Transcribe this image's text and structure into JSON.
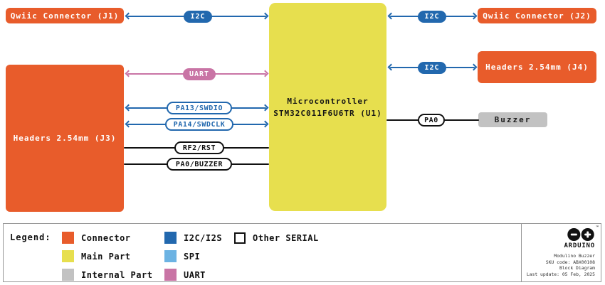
{
  "colors": {
    "orange": "#E85C2B",
    "yellow": "#E7DF4E",
    "gray": "#C2C2C2",
    "blue": "#2268AE",
    "light_blue": "#6CB3E3",
    "pink": "#C974A5",
    "black": "#111111"
  },
  "diagram": {
    "blocks": {
      "j1": {
        "label": "Qwiic Connector (J1)"
      },
      "j2": {
        "label": "Qwiic Connector (J2)"
      },
      "j3": {
        "label": "Headers 2.54mm (J3)"
      },
      "j4": {
        "label": "Headers 2.54mm (J4)"
      },
      "mcu": {
        "line1": "Microcontroller",
        "line2": "STM32C011F6U6TR (U1)"
      },
      "buzzer": {
        "label": "Buzzer"
      }
    },
    "connections": [
      {
        "label": "I2C",
        "from": "Qwiic Connector (J1)",
        "to": "Microcontroller (U1)",
        "bus": "I2C"
      },
      {
        "label": "I2C",
        "from": "Microcontroller (U1)",
        "to": "Qwiic Connector (J2)",
        "bus": "I2C"
      },
      {
        "label": "I2C",
        "from": "Microcontroller (U1)",
        "to": "Headers 2.54mm (J4)",
        "bus": "I2C"
      },
      {
        "label": "UART",
        "from": "Headers 2.54mm (J3)",
        "to": "Microcontroller (U1)",
        "bus": "UART"
      },
      {
        "label": "PA13/SWDIO",
        "from": "Headers 2.54mm (J3)",
        "to": "Microcontroller (U1)",
        "bus": "I2C/I2S"
      },
      {
        "label": "PA14/SWDCLK",
        "from": "Headers 2.54mm (J3)",
        "to": "Microcontroller (U1)",
        "bus": "I2C/I2S"
      },
      {
        "label": "RF2/RST",
        "from": "Headers 2.54mm (J3)",
        "to": "Microcontroller (U1)",
        "bus": "Other SERIAL"
      },
      {
        "label": "PA0/BUZZER",
        "from": "Headers 2.54mm (J3)",
        "to": "Microcontroller (U1)",
        "bus": "Other SERIAL"
      },
      {
        "label": "PA0",
        "from": "Microcontroller (U1)",
        "to": "Buzzer",
        "bus": "Other SERIAL"
      }
    ]
  },
  "legend": {
    "title": "Legend:",
    "items": [
      {
        "label": "Connector",
        "color": "#E85C2B"
      },
      {
        "label": "Main Part",
        "color": "#E7DF4E"
      },
      {
        "label": "Internal Part",
        "color": "#C2C2C2"
      },
      {
        "label": "I2C/I2S",
        "color": "#2268AE"
      },
      {
        "label": "SPI",
        "color": "#6CB3E3"
      },
      {
        "label": "UART",
        "color": "#C974A5"
      },
      {
        "label": "Other SERIAL",
        "color": "#FFFFFF"
      }
    ]
  },
  "footer": {
    "brand": "ARDUINO",
    "trademark": "™",
    "product": "Modulino Buzzer",
    "sku": "SKU code: ABX00108",
    "doc_type": "Block Diagram",
    "last_update": "Last update: 05 Feb, 2025"
  }
}
